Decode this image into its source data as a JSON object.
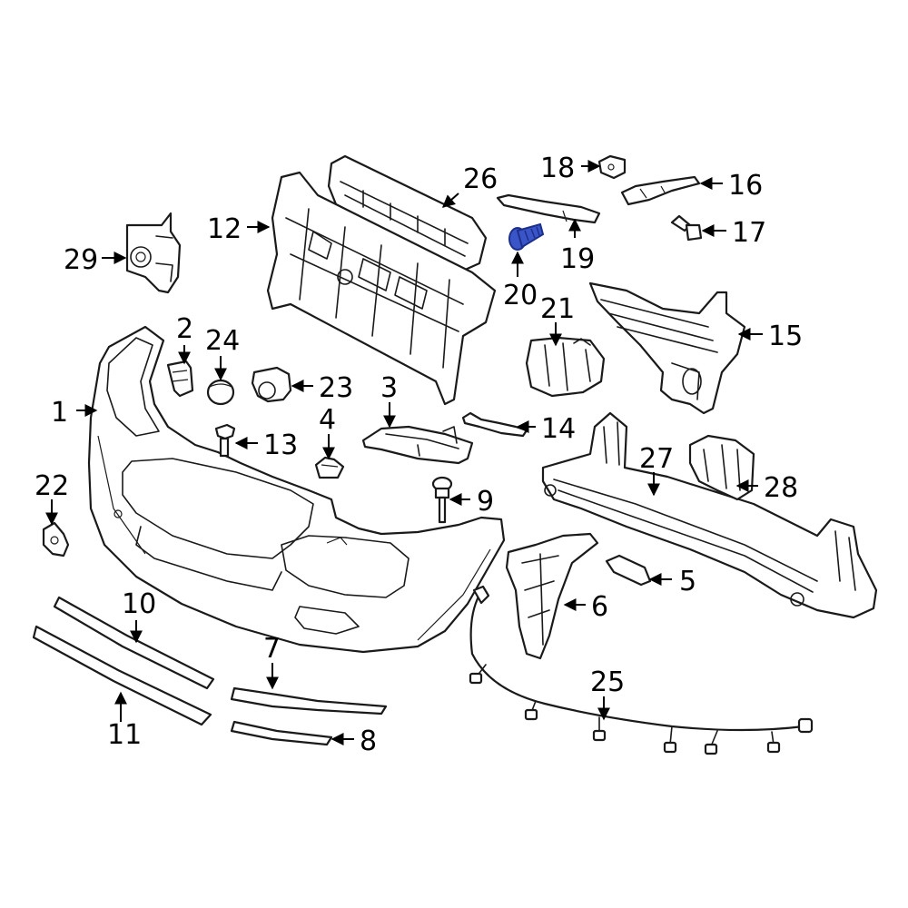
{
  "colors": {
    "line": "#1a1a1a",
    "highlight": "#3a55c8",
    "highlight_dark": "#1c2f8a",
    "background": "#ffffff"
  },
  "callouts": {
    "c1": "1",
    "c2": "2",
    "c3": "3",
    "c4": "4",
    "c5": "5",
    "c6": "6",
    "c7": "7",
    "c8": "8",
    "c9": "9",
    "c10": "10",
    "c11": "11",
    "c12": "12",
    "c13": "13",
    "c14": "14",
    "c15": "15",
    "c16": "16",
    "c17": "17",
    "c18": "18",
    "c19": "19",
    "c20": "20",
    "c21": "21",
    "c22": "22",
    "c23": "23",
    "c24": "24",
    "c25": "25",
    "c26": "26",
    "c27": "27",
    "c28": "28",
    "c29": "29"
  },
  "highlighted_part": "20"
}
